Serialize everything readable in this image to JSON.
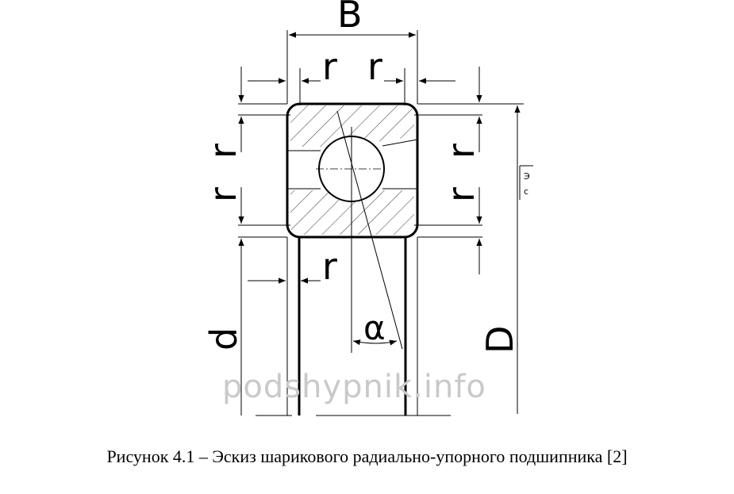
{
  "figure": {
    "labels": {
      "width_B": "B",
      "radius_r": "r",
      "bore_d": "d",
      "outer_D": "D",
      "contact_angle": "α"
    },
    "watermark": "podshypnik.info",
    "cut_text": [
      "Э",
      "с"
    ]
  },
  "caption": "Рисунок 4.1 – Эскиз шарикового радиально-упорного подшипника [2]"
}
